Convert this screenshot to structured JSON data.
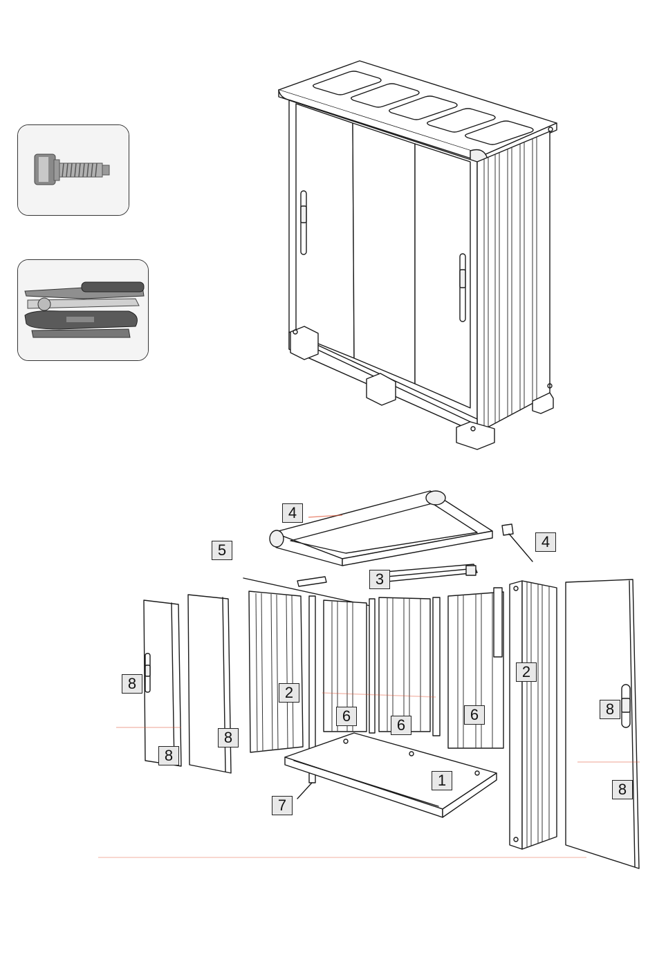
{
  "callouts": [
    {
      "id": "c4a",
      "label": "4"
    },
    {
      "id": "c4b",
      "label": "4"
    },
    {
      "id": "c5",
      "label": "5"
    },
    {
      "id": "c3",
      "label": "3"
    },
    {
      "id": "c2a",
      "label": "2"
    },
    {
      "id": "c2b",
      "label": "2"
    },
    {
      "id": "c8a",
      "label": "8"
    },
    {
      "id": "c8b",
      "label": "8"
    },
    {
      "id": "c8c",
      "label": "8"
    },
    {
      "id": "c8d",
      "label": "8"
    },
    {
      "id": "c8e",
      "label": "8"
    },
    {
      "id": "c6a",
      "label": "6"
    },
    {
      "id": "c6b",
      "label": "6"
    },
    {
      "id": "c6c",
      "label": "6"
    },
    {
      "id": "c1",
      "label": "1"
    },
    {
      "id": "c7",
      "label": "7"
    }
  ],
  "photos": {
    "bolt": "bolt-photo",
    "tools": "tools-photo"
  },
  "colors": {
    "line": "#1a1a1a",
    "callout_fill": "#e8e8e8",
    "accent_red": "#e05030"
  }
}
